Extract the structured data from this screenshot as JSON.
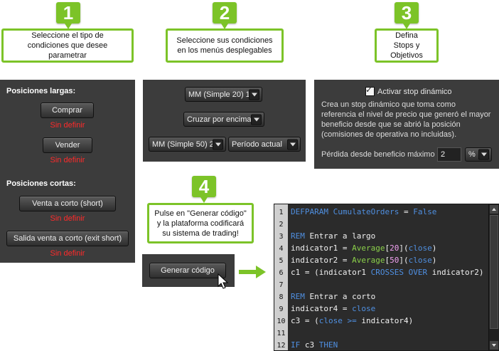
{
  "steps": [
    {
      "num": "1",
      "text": "Seleccione el tipo de condiciones que desee parametrar"
    },
    {
      "num": "2",
      "text": "Seleccione sus condiciones en los menús desplegables"
    },
    {
      "num": "3",
      "text": "Defina Stops y Objetivos"
    },
    {
      "num": "4",
      "text": "Pulse en \"Generar código\" y la plataforma codificará su sistema de trading!"
    }
  ],
  "panel1": {
    "long_title": "Posiciones largas:",
    "buy": "Comprar",
    "buy_status": "Sin definir",
    "sell": "Vender",
    "sell_status": "Sin definir",
    "short_title": "Posiciones cortas:",
    "short": "Venta a corto (short)",
    "short_status": "Sin definir",
    "exit_short": "Salida venta a corto (exit short)",
    "exit_short_status": "Sin definir"
  },
  "panel2": {
    "ma1": "MM (Simple 20) 1",
    "cross": "Cruzar por encima",
    "ma2": "MM (Simple 50) 2",
    "period": "Período actual"
  },
  "panel3": {
    "checkbox_label": "Activar stop dinámico",
    "checked": true,
    "desc": "Crea un stop dinámico que toma como referencia el nivel de precio que generó el mayor beneficio desde que se abrió la posición (comisiones de operativa no incluidas).",
    "loss_label": "Pérdida desde beneficio máximo :",
    "loss_value": "2",
    "unit": "%"
  },
  "generate_button": "Generar código",
  "code": [
    {
      "n": "1",
      "text": "DEFPARAM CumulateOrders = False"
    },
    {
      "n": "2",
      "text": ""
    },
    {
      "n": "3",
      "text": "REM Entrar a largo"
    },
    {
      "n": "4",
      "text": "indicator1 = Average[20](close)"
    },
    {
      "n": "5",
      "text": "indicator2 = Average[50](close)"
    },
    {
      "n": "6",
      "text": "c1 = (indicator1 CROSSES OVER indicator2)"
    },
    {
      "n": "7",
      "text": ""
    },
    {
      "n": "8",
      "text": "REM Entrar a corto"
    },
    {
      "n": "9",
      "text": "indicator4 = close"
    },
    {
      "n": "10",
      "text": "c3 = (close >= indicator4)"
    },
    {
      "n": "11",
      "text": ""
    },
    {
      "n": "12",
      "text": "IF c3 THEN"
    }
  ],
  "colors": {
    "accent": "#7cc328",
    "panel": "#3c3c3c",
    "status_red": "#ff2a2a",
    "keyword": "#4f8fe0",
    "function": "#8bd04a"
  }
}
